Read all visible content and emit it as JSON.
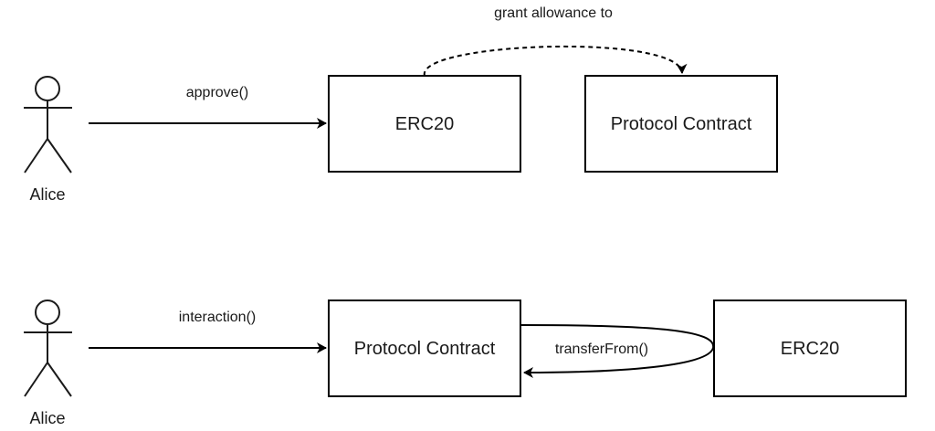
{
  "row1": {
    "actor": {
      "label": "Alice"
    },
    "approve_label": "approve()",
    "erc20_label": "ERC20",
    "protocol_label": "Protocol Contract",
    "allowance_label": "grant allowance to"
  },
  "row2": {
    "actor": {
      "label": "Alice"
    },
    "interaction_label": "interaction()",
    "protocol_label": "Protocol Contract",
    "erc20_label": "ERC20",
    "transfer_label": "transferFrom()"
  }
}
